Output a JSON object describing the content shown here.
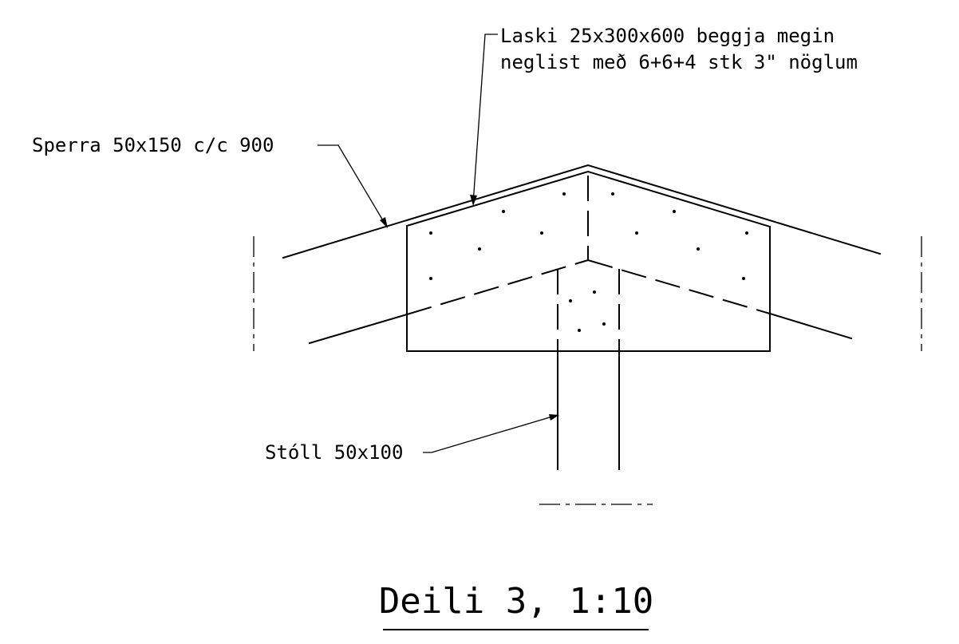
{
  "labels": {
    "laski_line1": "Laski 25x300x600 beggja megin",
    "laski_line2": "neglist með 6+6+4 stk 3\" nöglum",
    "sperra": "Sperra 50x150 c/c 900",
    "stoll": "Stóll 50x100"
  },
  "title": "Deili 3, 1:10"
}
